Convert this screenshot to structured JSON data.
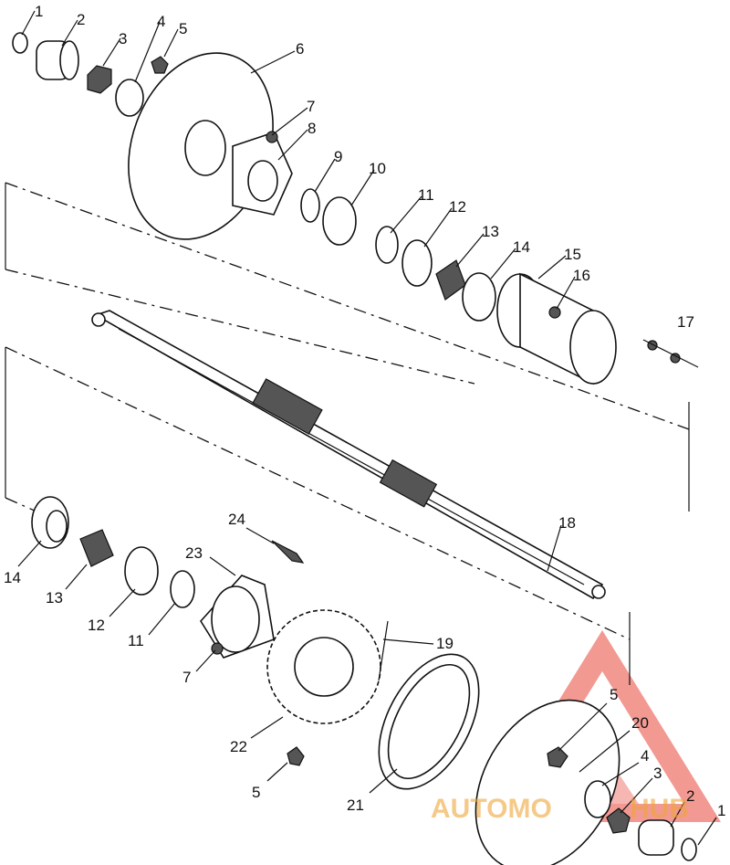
{
  "callouts": {
    "c1a": "1",
    "c2a": "2",
    "c3a": "3",
    "c4a": "4",
    "c5a": "5",
    "c6": "6",
    "c7a": "7",
    "c8": "8",
    "c9": "9",
    "c10": "10",
    "c11a": "11",
    "c12a": "12",
    "c13a": "13",
    "c14a": "14",
    "c15": "15",
    "c16": "16",
    "c17": "17",
    "c18": "18",
    "c19": "19",
    "c14b": "14",
    "c13b": "13",
    "c12b": "12",
    "c11b": "11",
    "c24": "24",
    "c23": "23",
    "c7b": "7",
    "c22": "22",
    "c5b": "5",
    "c21": "21",
    "c5c": "5",
    "c20": "20",
    "c4b": "4",
    "c3b": "3",
    "c2b": "2",
    "c1b": "1"
  },
  "watermark": {
    "text_left": "AUTOMO",
    "text_right": "HUB",
    "color_primary": "#e8463a",
    "color_secondary": "#f0a63a"
  }
}
